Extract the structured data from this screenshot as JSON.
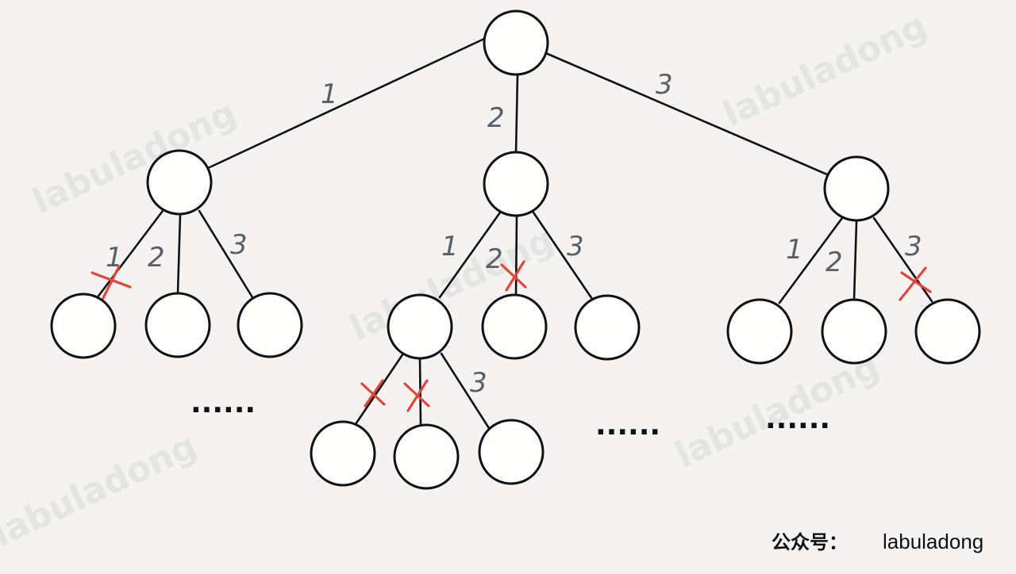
{
  "edge_labels": {
    "root_1": "1",
    "root_2": "2",
    "root_3": "3",
    "n1_1": "1",
    "n1_2": "2",
    "n1_3": "3",
    "n2_1": "1",
    "n2_2": "2",
    "n2_3": "3",
    "n3_1": "1",
    "n3_2": "2",
    "n3_3": "3",
    "n21_3": "3"
  },
  "ellipsis": "......",
  "watermark": "labuladong",
  "footer": {
    "prefix": "公众号：",
    "brand": "labuladong"
  },
  "colors": {
    "node_stroke": "#111111",
    "label": "#5a5f66",
    "cross": "#e0463b",
    "background": "#f4f3f1"
  }
}
